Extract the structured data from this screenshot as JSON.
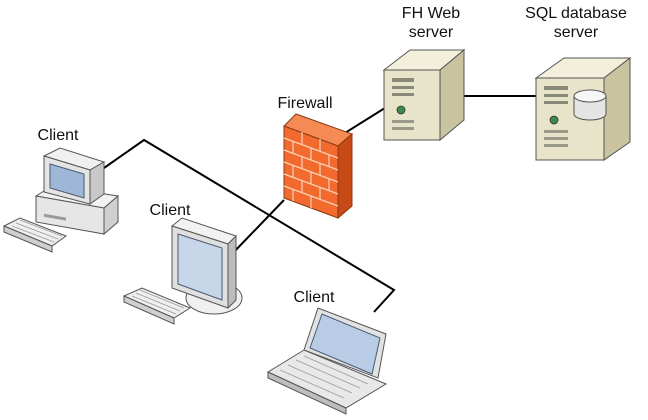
{
  "nodes": {
    "web_server": {
      "line1": "FH Web",
      "line2": "server",
      "icon": "server-tower-icon"
    },
    "sql_server": {
      "line1": "SQL database",
      "line2": "server",
      "icon": "database-server-icon"
    },
    "firewall": {
      "label": "Firewall",
      "icon": "brick-firewall-icon"
    },
    "client_desktop": {
      "label": "Client",
      "icon": "desktop-computer-icon"
    },
    "client_monitor": {
      "label": "Client",
      "icon": "lcd-monitor-icon"
    },
    "client_laptop": {
      "label": "Client",
      "icon": "laptop-icon"
    }
  },
  "colors": {
    "server_body": "#e8e4c9",
    "server_side": "#c9c3a0",
    "firewall_face": "#f26a2e",
    "firewall_side": "#c84a17",
    "line": "#000000"
  }
}
